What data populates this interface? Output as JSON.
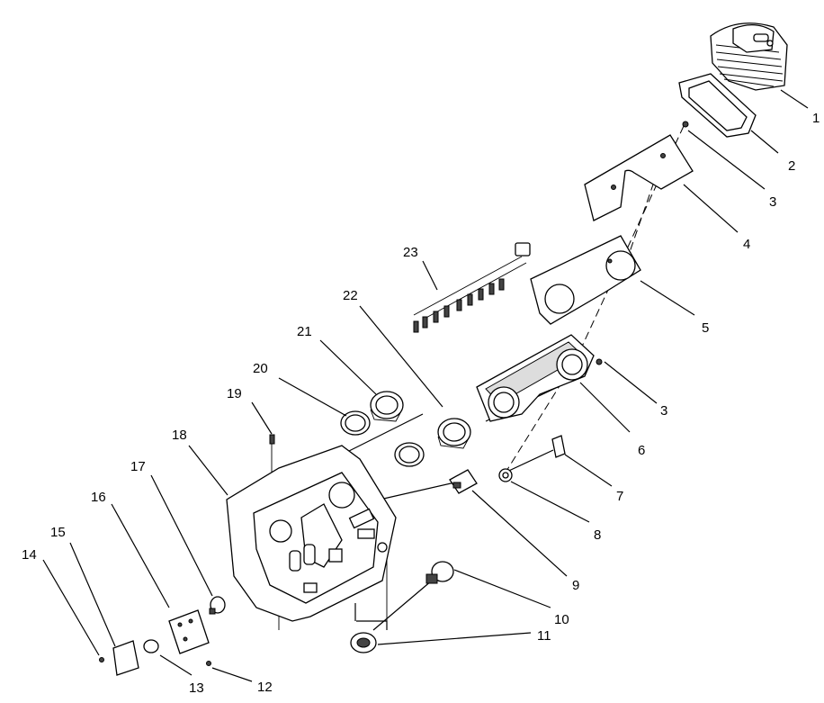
{
  "callouts": [
    "1",
    "2",
    "3",
    "4",
    "5",
    "3",
    "6",
    "7",
    "8",
    "9",
    "10",
    "11",
    "12",
    "13",
    "14",
    "15",
    "16",
    "17",
    "18",
    "19",
    "20",
    "21",
    "22",
    "23"
  ]
}
